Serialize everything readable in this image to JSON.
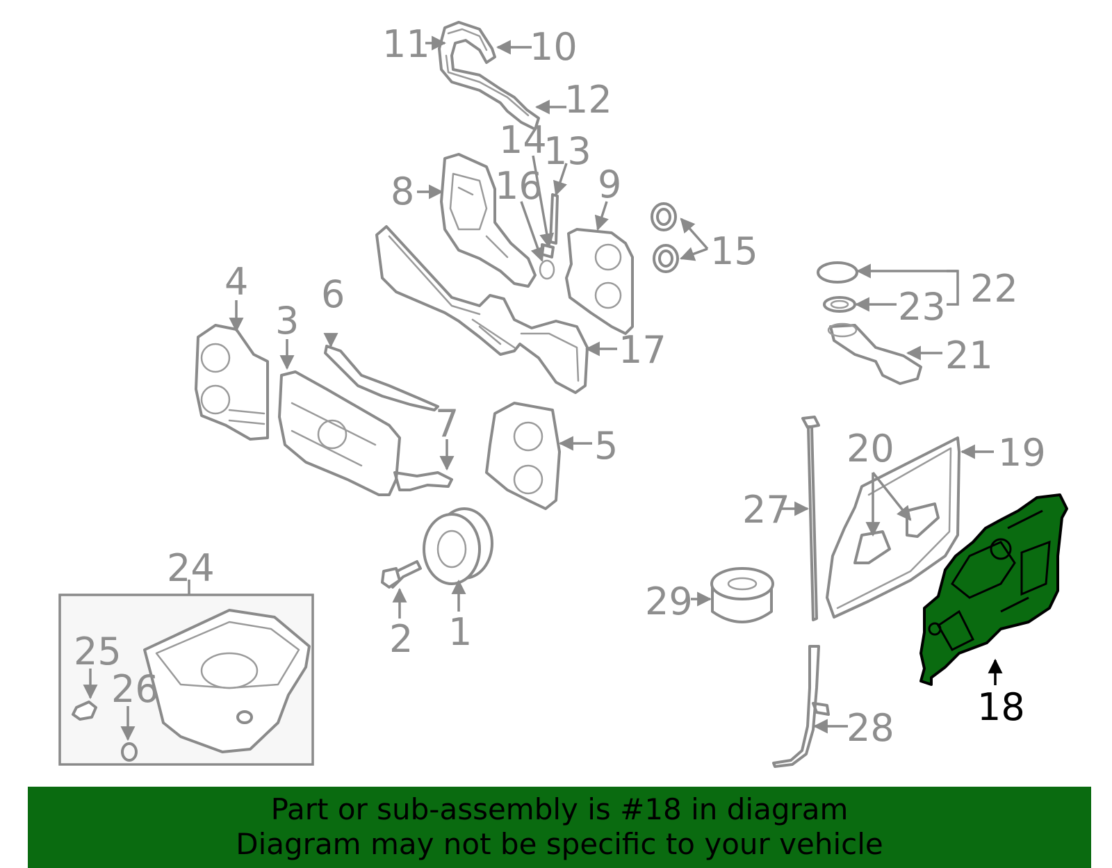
{
  "callouts": {
    "c1": "1",
    "c2": "2",
    "c3": "3",
    "c4": "4",
    "c5": "5",
    "c6": "6",
    "c7": "7",
    "c8": "8",
    "c9": "9",
    "c10": "10",
    "c11": "11",
    "c12": "12",
    "c13": "13",
    "c14": "14",
    "c15": "15",
    "c16": "16",
    "c17": "17",
    "c18": "18",
    "c19": "19",
    "c20": "20",
    "c21": "21",
    "c22": "22",
    "c23": "23",
    "c24": "24",
    "c25": "25",
    "c26": "26",
    "c27": "27",
    "c28": "28",
    "c29": "29"
  },
  "highlighted_part": "18",
  "colors": {
    "highlight": "#0a6b10",
    "banner": "#0a6b10",
    "line": "#8a8a8a"
  },
  "banner": {
    "line1": "Part or sub-assembly is #18 in diagram",
    "line2": "Diagram may not be specific to your vehicle"
  }
}
